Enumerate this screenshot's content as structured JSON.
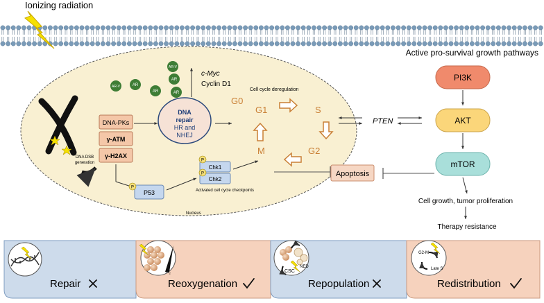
{
  "header": {
    "ionizing_radiation": "Ionizing radiation",
    "pathways_label": "Active pro-survival growth pathways"
  },
  "nucleus": {
    "label": "Nucleus",
    "ar_v": "AR-V",
    "ar": "AR",
    "c_myc": "c-Myc",
    "cyclin_d1": "Cyclin D1",
    "cell_cycle_dereg": "Cell cycle deregulation",
    "dna_dsb": [
      "DNA DSB",
      "generation"
    ],
    "sensors": [
      "DNA-PKs",
      "γ-ATM",
      "γ-H2AX"
    ],
    "dna_repair": [
      "DNA",
      "repair",
      "HR and",
      "NHEJ"
    ],
    "p53": "P53",
    "phospho": "P",
    "chk1": "Chk1",
    "chk2": "Chk2",
    "checkpoints": "Activated cell cycle checkpoints",
    "phases": {
      "g0": "G0",
      "g1": "G1",
      "s": "S",
      "g2": "G2",
      "m": "M"
    }
  },
  "pathway": {
    "pten": "PTEN",
    "pi3k": "PI3K",
    "akt": "AKT",
    "mtor": "mTOR",
    "apoptosis": "Apoptosis",
    "cell_growth": "Cell growth, tumor proliferation",
    "therapy_resistance": "Therapy resistance"
  },
  "bottom": {
    "repair": "Repair",
    "reoxygenation": "Reoxygenation",
    "repopulation": "Repopulation",
    "redistribution": "Redistribution",
    "o2": "O",
    "o2_sub": "2",
    "csc": "CSC",
    "ned": "NED",
    "g2m": "G2-M",
    "late_s": "Late S"
  },
  "colors": {
    "membrane_head": "#7a9bb8",
    "lightning": "#f5e000",
    "nucleus_fill": "#f9f0d2",
    "orange_box": "#f4c7a8",
    "blue_box": "#c5d7ee",
    "pi3k": "#f08a6c",
    "akt": "#fbd67a",
    "mtor": "#a9dfda",
    "ar_green": "#3e7d35",
    "bottom_blue": "#cddbeb",
    "bottom_peach": "#f6d2bd"
  }
}
